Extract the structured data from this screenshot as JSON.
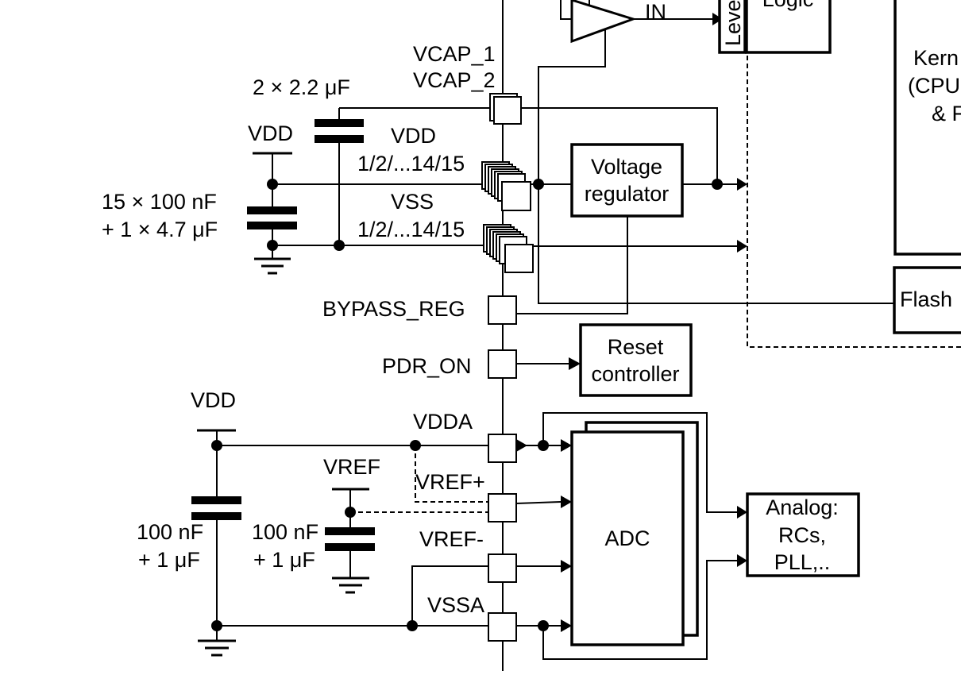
{
  "labels": {
    "in": "IN",
    "level": "Leve",
    "logic": "Logic",
    "kernel": [
      "Kern",
      "(CPU",
      "& F"
    ],
    "vcap1": "VCAP_1",
    "vcap2": "VCAP_2",
    "vcap_cap": "2 × 2.2 μF",
    "vdd_top": "VDD",
    "vdd_pins": [
      "VDD",
      "1/2/...14/15"
    ],
    "vss_pins": [
      "VSS",
      "1/2/...14/15"
    ],
    "vdd_caps": [
      "15 × 100 nF",
      "+ 1 × 4.7 μF"
    ],
    "voltage_regulator": [
      "Voltage",
      "regulator"
    ],
    "bypass_reg": "BYPASS_REG",
    "pdr_on": "PDR_ON",
    "reset_controller": [
      "Reset",
      "controller"
    ],
    "flash": "Flash",
    "vdd_bottom": "VDD",
    "vdda": "VDDA",
    "vref": "VREF",
    "vref_plus": "VREF+",
    "vref_minus": "VREF-",
    "vssa": "VSSA",
    "cap_left": [
      "100 nF",
      "+ 1 μF"
    ],
    "cap_right": [
      "100 nF",
      "+ 1 μF"
    ],
    "adc": "ADC",
    "analog": [
      "Analog:",
      "RCs,",
      "PLL,.."
    ]
  }
}
